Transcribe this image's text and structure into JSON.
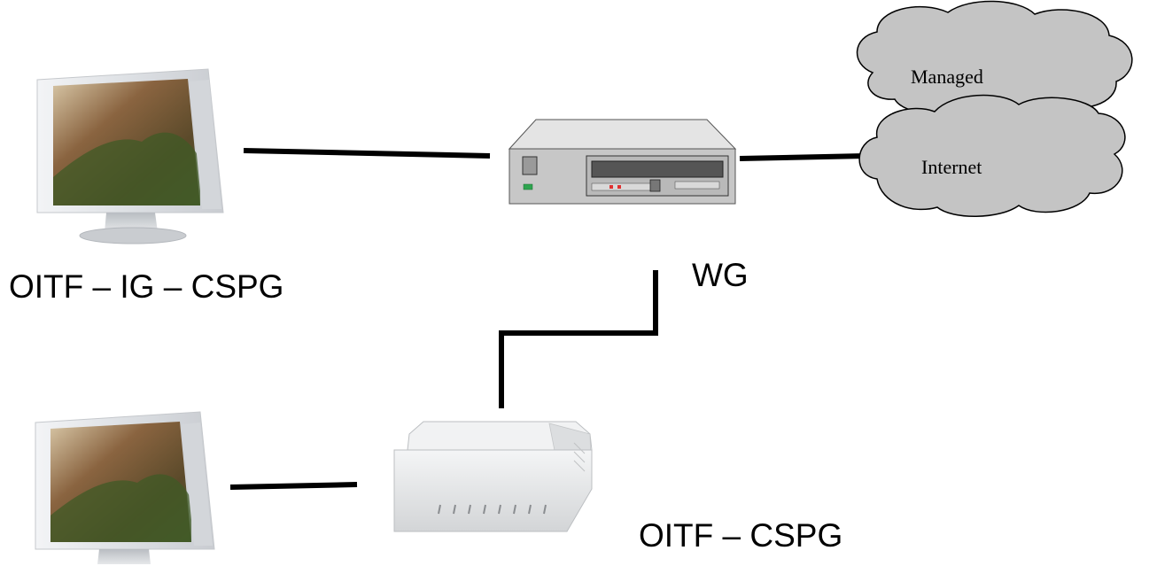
{
  "labels": {
    "top_tv": "OITF – IG – CSPG",
    "gateway": "WG",
    "bottom_device": "OITF – CSPG"
  },
  "clouds": {
    "managed": "Managed",
    "internet": "Internet"
  },
  "colors": {
    "cloud_fill": "#c4c4c4",
    "line": "#000000",
    "tv_frame": "#e2e5e8",
    "gateway_body": "#c7c7c7",
    "modem_body": "#e4e5e6"
  }
}
